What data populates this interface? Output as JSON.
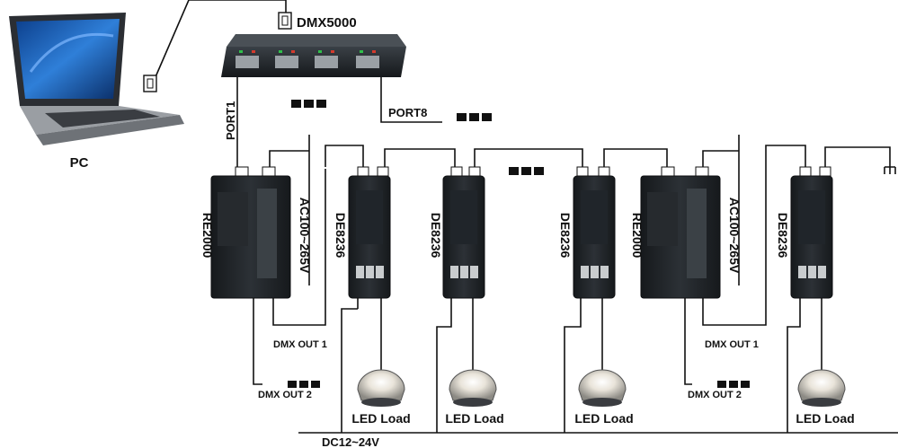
{
  "labels": {
    "pc": "PC",
    "dmx5000": "DMX5000",
    "port1": "PORT1",
    "port8": "PORT8",
    "re2000_a": "RE2000",
    "re2000_b": "RE2000",
    "ac_a": "AC100~265V",
    "ac_b": "AC100~265V",
    "de8236_a": "DE8236",
    "de8236_b": "DE8236",
    "de8236_c": "DE8236",
    "de8236_d": "DE8236",
    "dmx_out1_a": "DMX OUT 1",
    "dmx_out2_a": "DMX OUT 2",
    "dmx_out1_b": "DMX OUT 1",
    "dmx_out2_b": "DMX OUT 2",
    "led_a": "LED Load",
    "led_b": "LED Load",
    "led_c": "LED Load",
    "led_d": "LED Load",
    "dc": "DC12~24V"
  },
  "colors": {
    "wire": "#111111",
    "device_dark": "#1e2226",
    "device_mid": "#2c3136",
    "screen_blue": "#2f7fd8",
    "port_led_green": "#2fbf4a",
    "port_led_red": "#d33a2c"
  },
  "icons": {
    "laptop": "laptop-icon",
    "controller": "dmx-controller-icon",
    "repeater": "repeater-icon",
    "decoder": "decoder-icon",
    "led": "led-lamp-icon",
    "connector": "connector-plug-icon",
    "continuation": "ellipsis-squares-icon"
  }
}
